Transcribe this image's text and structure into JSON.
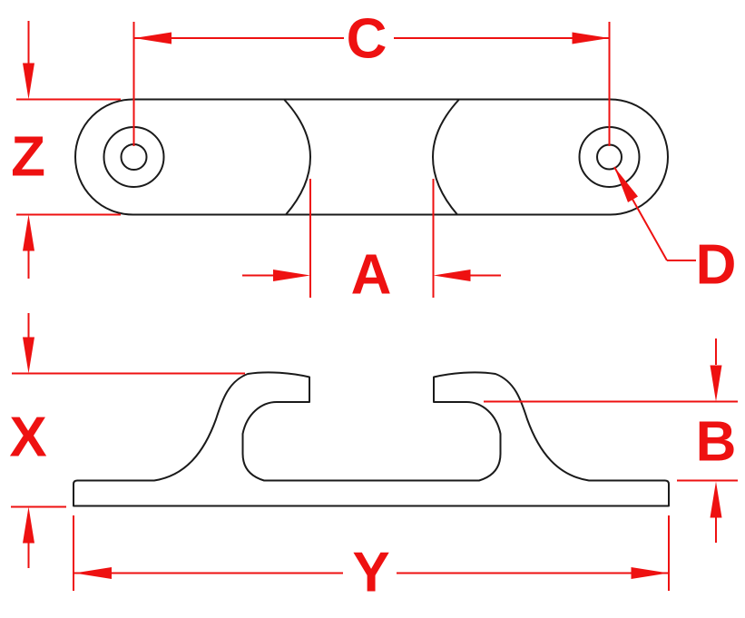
{
  "drawing": {
    "labels": {
      "c": "C",
      "z": "Z",
      "a": "A",
      "d": "D",
      "x": "X",
      "b": "B",
      "y": "Y"
    },
    "colors": {
      "dimension": "#ee1111",
      "outline": "#1a1a1a",
      "background": "#ffffff"
    }
  }
}
